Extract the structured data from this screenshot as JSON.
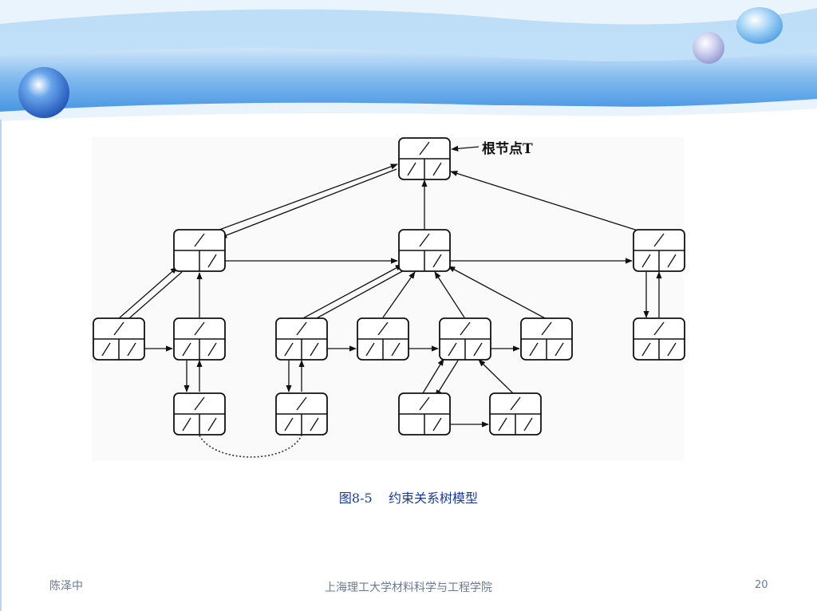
{
  "diagram": {
    "root_label": "根节点T"
  },
  "caption": {
    "figure_number": "图8-5",
    "title": "约束关系树模型"
  },
  "footer": {
    "author": "陈泽中",
    "institution": "上海理工大学材料科学与工程学院",
    "page_number": "20"
  },
  "colors": {
    "header_blue": "#3d8fe0",
    "caption_text": "#1f3a8a",
    "footer_text": "#6b7b8f"
  }
}
